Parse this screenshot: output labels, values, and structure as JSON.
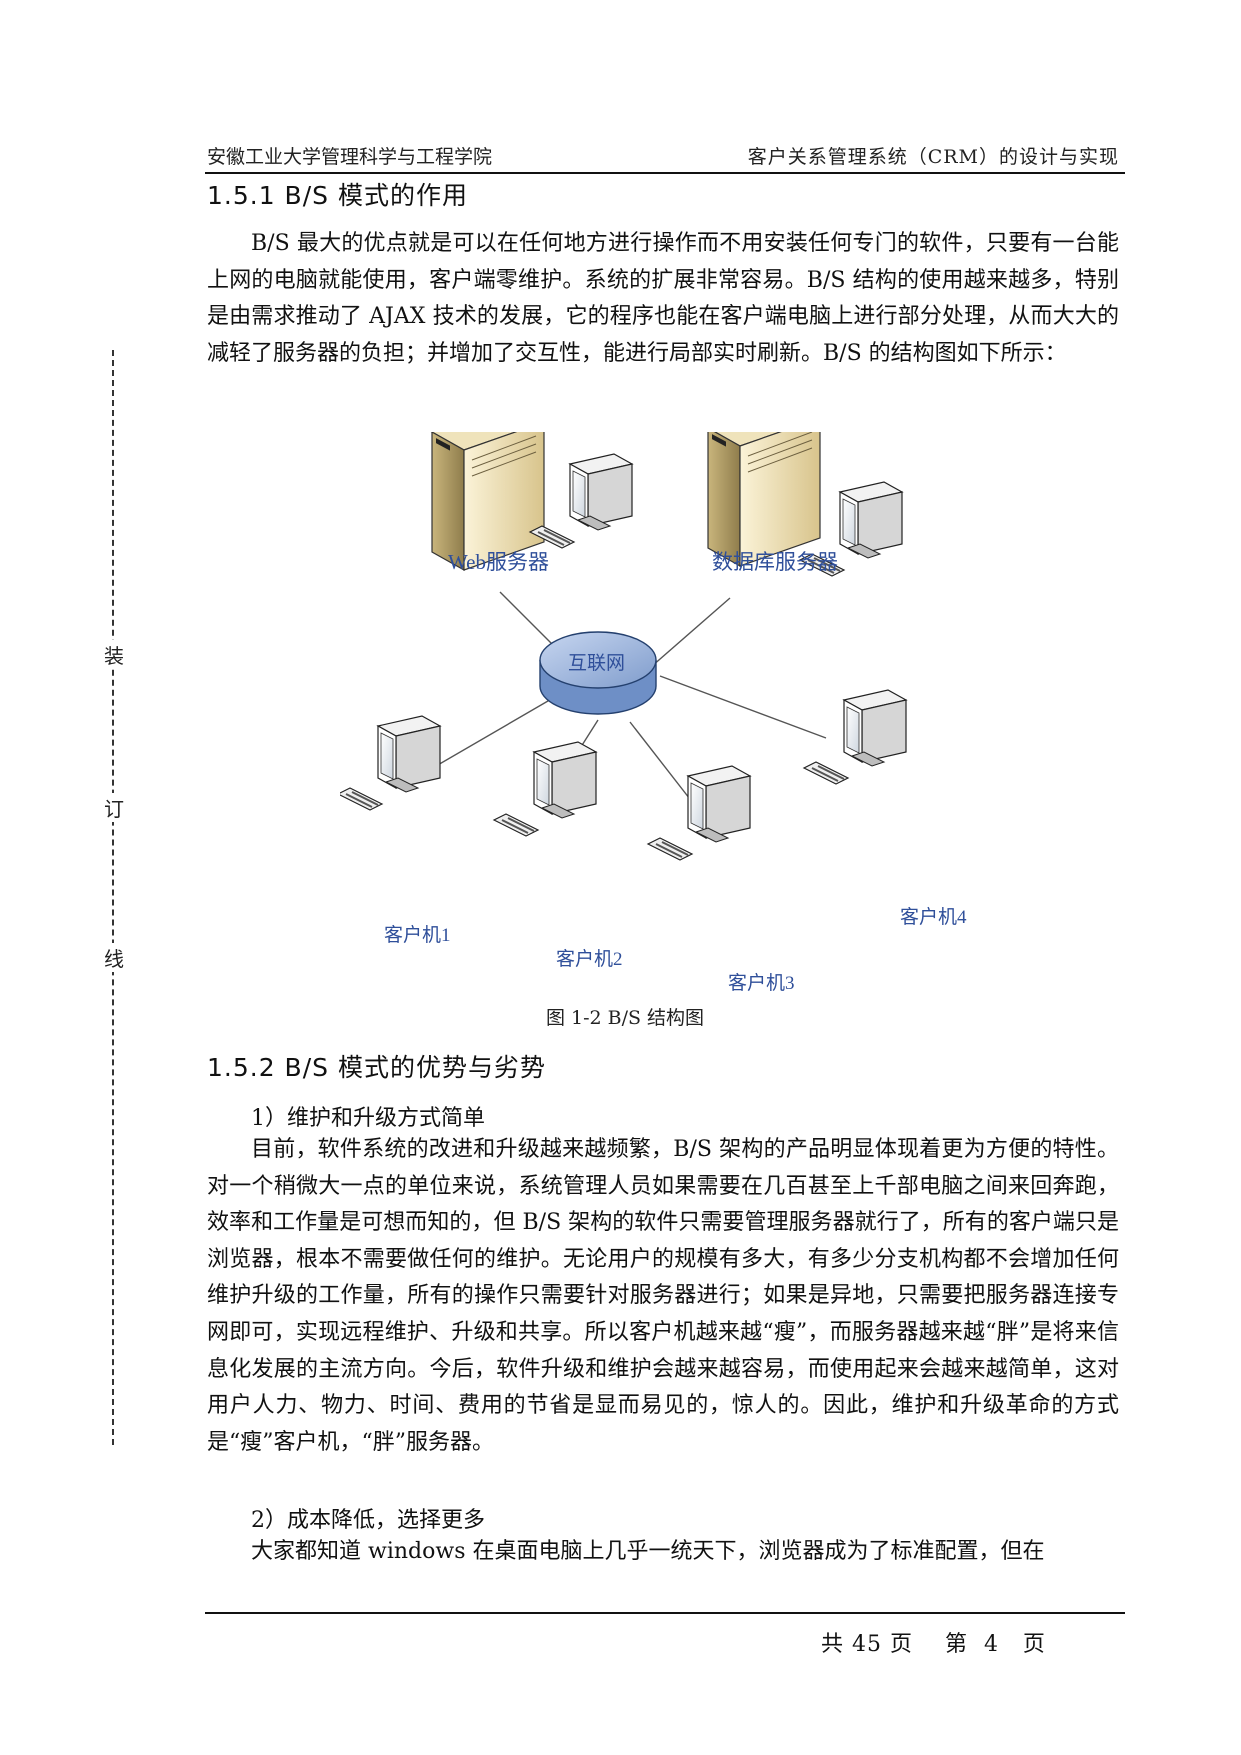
{
  "header": {
    "left": "安徽工业大学管理科学与工程学院",
    "right": "客户关系管理系统（CRM）的设计与实现"
  },
  "binding": [
    "装",
    "订",
    "线"
  ],
  "sections": [
    {
      "title": "1.5.1 B/S 模式的作用",
      "paragraphs": [
        "B/S 最大的优点就是可以在任何地方进行操作而不用安装任何专门的软件，只要有一台能上网的电脑就能使用，客户端零维护。系统的扩展非常容易。B/S 结构的使用越来越多，特别是由需求推动了 AJAX 技术的发展，它的程序也能在客户端电脑上进行部分处理，从而大大的减轻了服务器的负担；并增加了交互性，能进行局部实时刷新。B/S 的结构图如下所示："
      ]
    },
    {
      "title": "1.5.2 B/S 模式的优势与劣势",
      "item1": "1）维护和升级方式简单",
      "paragraph1": "目前，软件系统的改进和升级越来越频繁，B/S 架构的产品明显体现着更为方便的特性。对一个稍微大一点的单位来说，系统管理人员如果需要在几百甚至上千部电脑之间来回奔跑，效率和工作量是可想而知的，但 B/S 架构的软件只需要管理服务器就行了，所有的客户端只是浏览器，根本不需要做任何的维护。无论用户的规模有多大，有多少分支机构都不会增加任何维护升级的工作量，所有的操作只需要针对服务器进行；如果是异地，只需要把服务器连接专网即可，实现远程维护、升级和共享。所以客户机越来越“瘦”，而服务器越来越“胖”是将来信息化发展的主流方向。今后，软件升级和维护会越来越容易，而使用起来会越来越简单，这对用户人力、物力、时间、费用的节省是显而易见的，惊人的。因此，维护和升级革命的方式是“瘦”客户机，“胖”服务器。",
      "item2": "2）成本降低，选择更多",
      "paragraph2": "大家都知道 windows 在桌面电脑上几乎一统天下，浏览器成为了标准配置，但在"
    }
  ],
  "figure": {
    "web_server": "Web服务器",
    "db_server": "数据库服务器",
    "internet": "互联网",
    "clients": [
      "客户机1",
      "客户机2",
      "客户机3",
      "客户机4"
    ],
    "caption": "图 1-2 B/S 结构图"
  },
  "footer": {
    "pages": "共 45 页    第  4   页"
  }
}
